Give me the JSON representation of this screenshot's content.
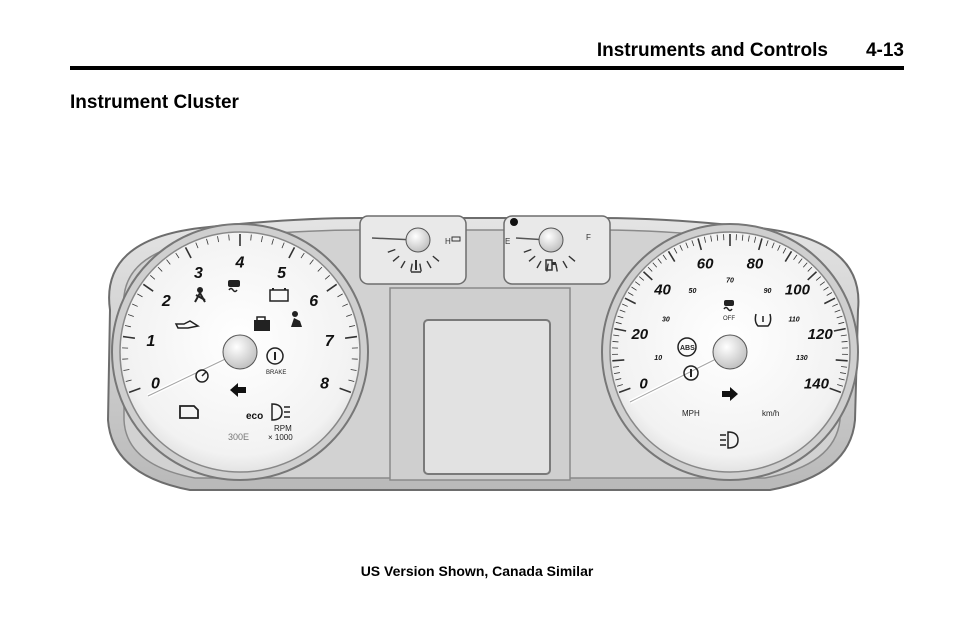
{
  "header": {
    "section": "Instruments and Controls",
    "page": "4-13"
  },
  "title": "Instrument Cluster",
  "caption": "US Version Shown, Canada Similar",
  "tachometer": {
    "numbers": [
      "0",
      "1",
      "2",
      "3",
      "4",
      "5",
      "6",
      "7",
      "8"
    ],
    "unit_line1": "RPM",
    "unit_line2": "× 1000",
    "brake_label": "BRAKE",
    "eco_label": "eco",
    "odometer_icon_text": "300E"
  },
  "speedometer": {
    "mph_numbers": [
      "0",
      "20",
      "40",
      "60",
      "80",
      "100",
      "120",
      "140"
    ],
    "kmh_numbers": [
      "10",
      "30",
      "50",
      "70",
      "90",
      "110",
      "130"
    ],
    "mph_label": "MPH",
    "kmh_label": "km/h",
    "abs_label": "ABS",
    "off_label": "OFF"
  },
  "fuel_gauge": {
    "full_mark": "F",
    "empty_mark": "E"
  },
  "temp_gauge": {
    "hot_mark": "H"
  },
  "icons": [
    "seatbelt-icon",
    "traction-control-icon",
    "battery-icon",
    "oil-pressure-icon",
    "security-lock-icon",
    "passenger-airbag-icon",
    "brake-warning-icon",
    "check-engine-icon",
    "turn-left-icon",
    "turn-right-icon",
    "headlamp-icon",
    "fog-lamp-icon",
    "abs-icon",
    "stabilitrak-off-icon",
    "tire-pressure-icon",
    "cruise-control-icon",
    "fuel-pump-icon",
    "coolant-temp-icon"
  ],
  "colors": {
    "cluster_face": "#f4f4f4",
    "bezel": "#c8c8c8",
    "outline": "#555555",
    "needle": "#ffffff"
  }
}
